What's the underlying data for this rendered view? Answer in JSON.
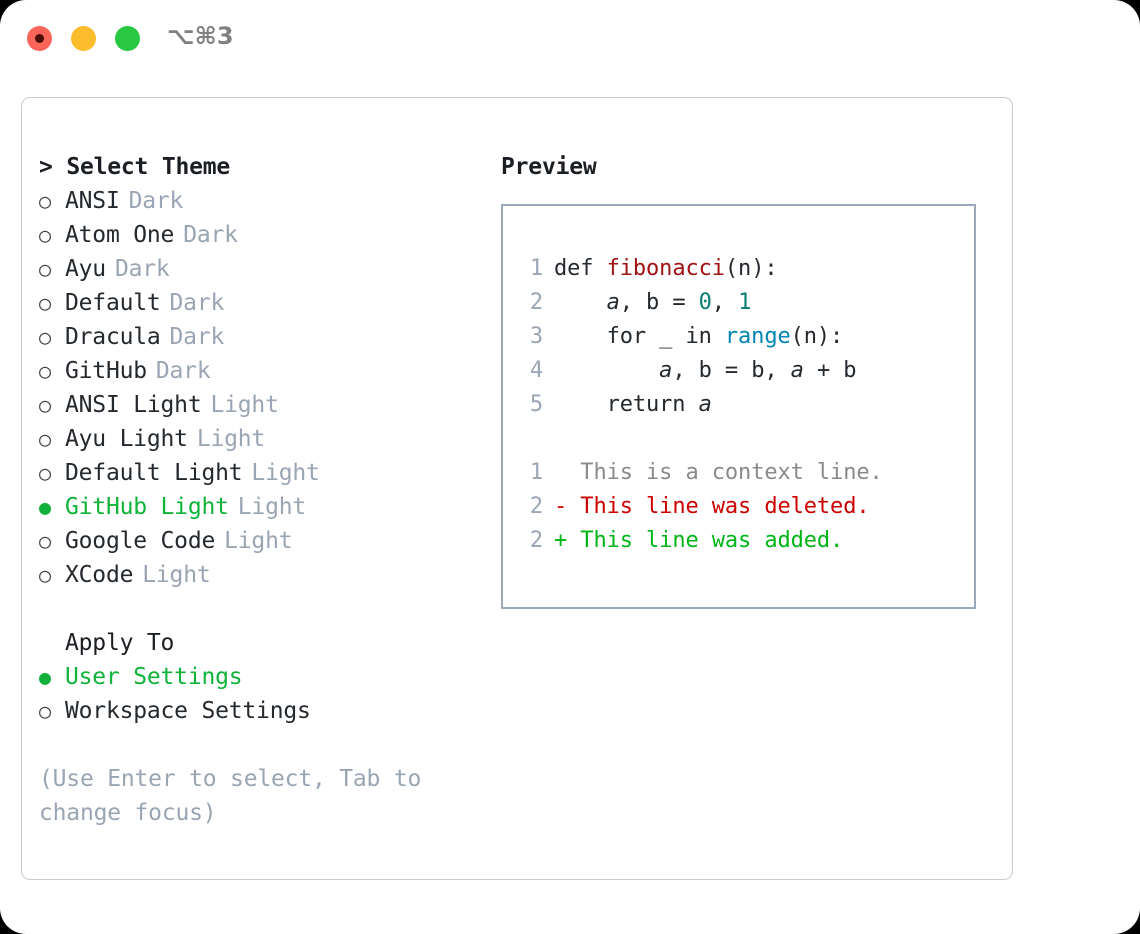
{
  "titlebar": {
    "shortcut": "⌥⌘3",
    "lights": [
      "close",
      "minimize",
      "maximize"
    ]
  },
  "theme_list": {
    "header_prompt": ">",
    "header_label": "Select Theme",
    "unselected_marker": "○",
    "selected_marker": "●",
    "items": [
      {
        "label": "ANSI",
        "suffix": "Dark",
        "selected": false
      },
      {
        "label": "Atom One",
        "suffix": "Dark",
        "selected": false
      },
      {
        "label": "Ayu",
        "suffix": "Dark",
        "selected": false
      },
      {
        "label": "Default",
        "suffix": "Dark",
        "selected": false
      },
      {
        "label": "Dracula",
        "suffix": "Dark",
        "selected": false
      },
      {
        "label": "GitHub",
        "suffix": "Dark",
        "selected": false
      },
      {
        "label": "ANSI Light",
        "suffix": "Light",
        "selected": false
      },
      {
        "label": "Ayu Light",
        "suffix": "Light",
        "selected": false
      },
      {
        "label": "Default Light",
        "suffix": "Light",
        "selected": false
      },
      {
        "label": "GitHub Light",
        "suffix": "Light",
        "selected": true
      },
      {
        "label": "Google Code",
        "suffix": "Light",
        "selected": false
      },
      {
        "label": "XCode",
        "suffix": "Light",
        "selected": false
      }
    ]
  },
  "apply_to": {
    "header_label": "Apply To",
    "items": [
      {
        "label": "User Settings",
        "selected": true
      },
      {
        "label": "Workspace Settings",
        "selected": false
      }
    ]
  },
  "hint": "(Use Enter to select, Tab to change focus)",
  "preview": {
    "title": "Preview",
    "code_lines": [
      {
        "number": "1",
        "tokens": [
          {
            "text": "def ",
            "kind": "kw"
          },
          {
            "text": "fibonacci",
            "kind": "fn"
          },
          {
            "text": "(n):",
            "kind": "punct"
          }
        ]
      },
      {
        "number": "2",
        "tokens": [
          {
            "text": "    ",
            "kind": "plain"
          },
          {
            "text": "a",
            "kind": "var"
          },
          {
            "text": ", b = ",
            "kind": "punct"
          },
          {
            "text": "0",
            "kind": "num"
          },
          {
            "text": ", ",
            "kind": "punct"
          },
          {
            "text": "1",
            "kind": "num"
          }
        ]
      },
      {
        "number": "3",
        "tokens": [
          {
            "text": "    for _ in ",
            "kind": "kw"
          },
          {
            "text": "range",
            "kind": "call"
          },
          {
            "text": "(n):",
            "kind": "punct"
          }
        ]
      },
      {
        "number": "4",
        "tokens": [
          {
            "text": "        ",
            "kind": "plain"
          },
          {
            "text": "a",
            "kind": "var"
          },
          {
            "text": ", b = b, ",
            "kind": "punct"
          },
          {
            "text": "a",
            "kind": "var"
          },
          {
            "text": " + b",
            "kind": "punct"
          }
        ]
      },
      {
        "number": "5",
        "tokens": [
          {
            "text": "    return ",
            "kind": "kw"
          },
          {
            "text": "a",
            "kind": "var"
          }
        ]
      }
    ],
    "diff_lines": [
      {
        "number": "1",
        "sign": " ",
        "text": "This is a context line.",
        "kind": "ctx"
      },
      {
        "number": "2",
        "sign": "-",
        "text": "This line was deleted.",
        "kind": "del"
      },
      {
        "number": "2",
        "sign": "+",
        "text": "This line was added.",
        "kind": "add"
      }
    ]
  },
  "colors": {
    "accent_green": "#10b33a",
    "suffix_gray": "#9aa5b4",
    "text": "#24292e",
    "diff_add": "#00b517",
    "diff_del": "#cc0000",
    "fn_red": "#a01313",
    "num_teal": "#0b7c72",
    "call_blue": "#0086b3",
    "panel_border": "#c7ccd3",
    "preview_border": "#9aa8b8"
  }
}
